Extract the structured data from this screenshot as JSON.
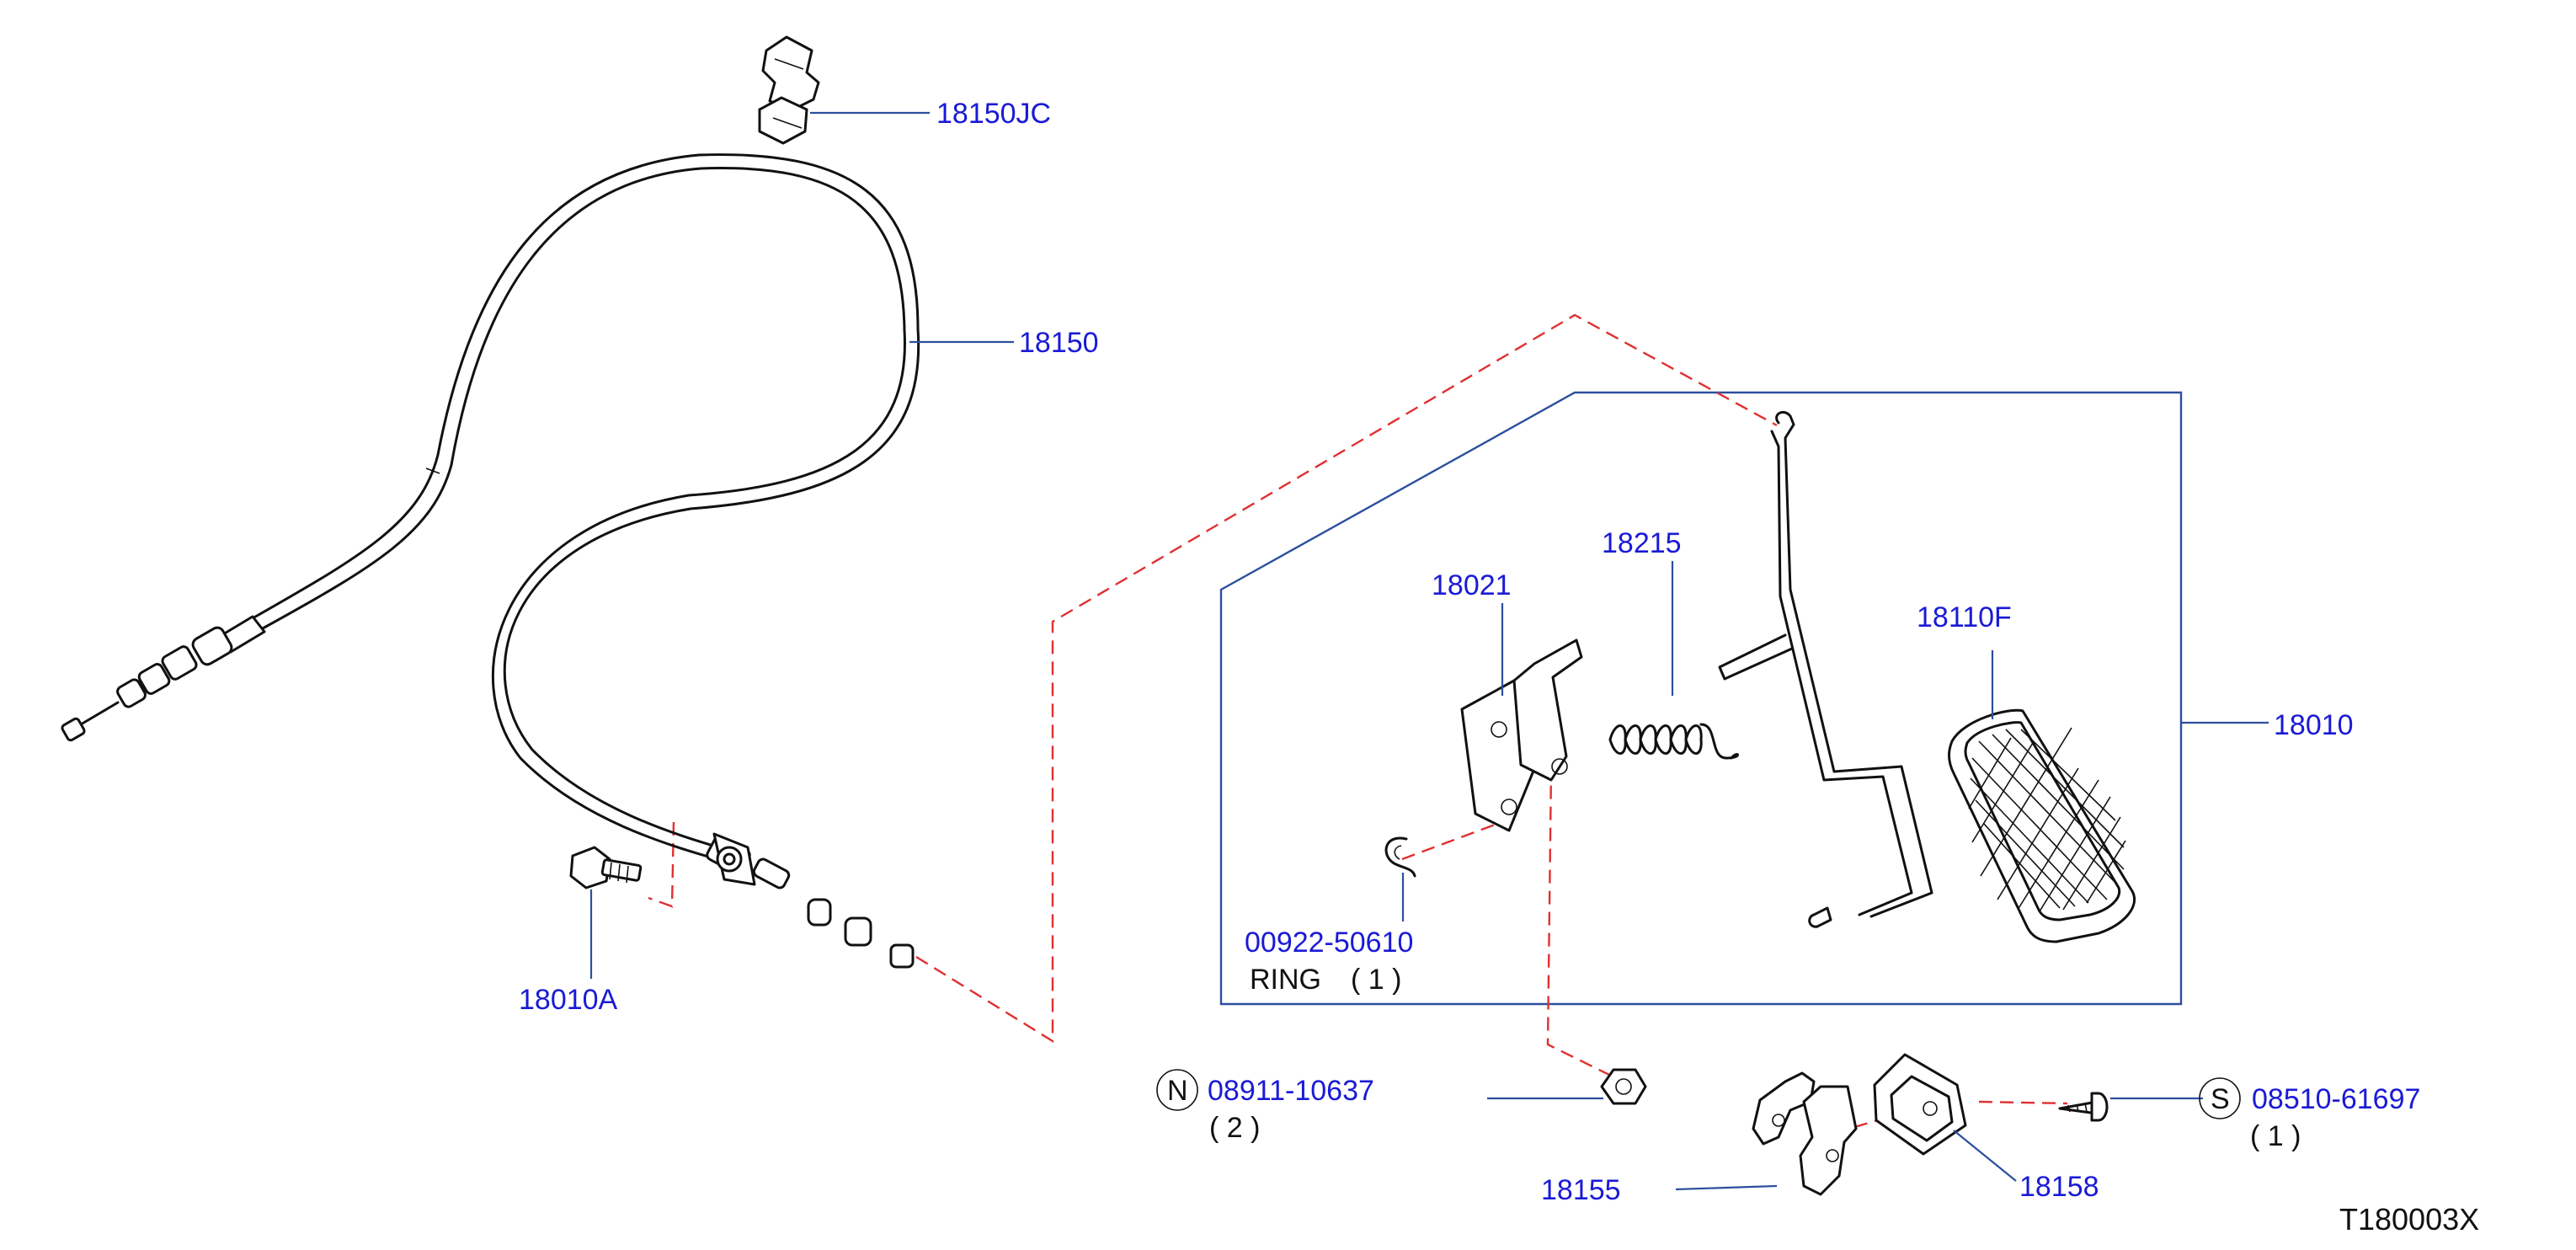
{
  "diagram": {
    "reference_code": "T180003X",
    "parts": [
      {
        "id": "clip",
        "number": "18150JC"
      },
      {
        "id": "cable",
        "number": "18150"
      },
      {
        "id": "bolt",
        "number": "18010A"
      },
      {
        "id": "pedal-assy",
        "number": "18010"
      },
      {
        "id": "bracket",
        "number": "18021"
      },
      {
        "id": "spring",
        "number": "18215"
      },
      {
        "id": "pad",
        "number": "18110F"
      },
      {
        "id": "ring",
        "number": "00922-50610",
        "name": "RING",
        "qty": "( 1 )"
      },
      {
        "id": "nut",
        "number": "08911-10637",
        "qty": "( 2 )",
        "symbol": "N"
      },
      {
        "id": "screw",
        "number": "08510-61697",
        "qty": "( 1 )",
        "symbol": "S"
      },
      {
        "id": "stopper-bracket",
        "number": "18155"
      },
      {
        "id": "stopper",
        "number": "18158"
      }
    ],
    "colors": {
      "label": "#1a1ad6",
      "leader": "#2c4f9e",
      "dashed": "#e03030",
      "part": "#111111"
    }
  }
}
